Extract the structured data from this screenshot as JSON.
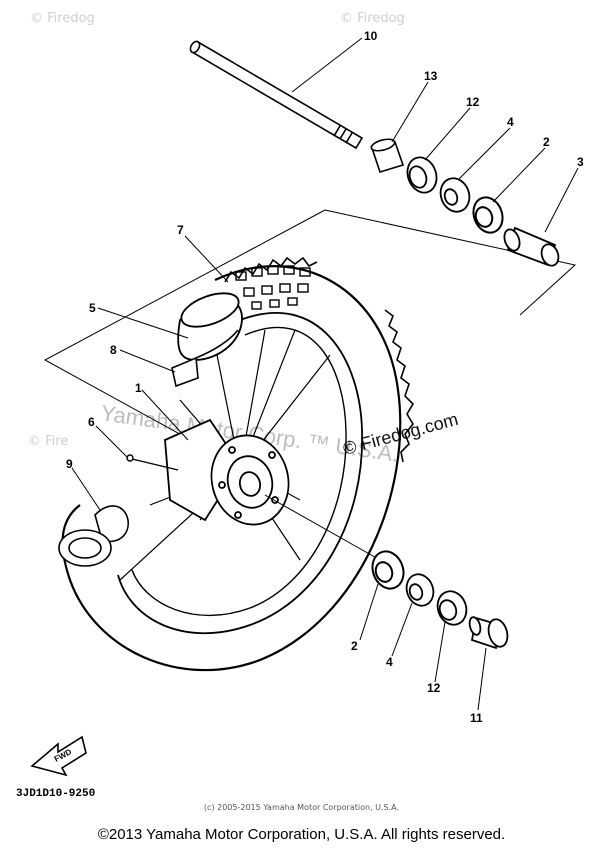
{
  "watermarks": {
    "top_left": "© Firedog",
    "top_right": "© Firedog",
    "left_mid": "© Fire",
    "center_brand": "Yamaha Motor Corp. ™ U.S.A.",
    "site": "© Firedog.com"
  },
  "callouts": {
    "c10": "10",
    "c13": "13",
    "c12a": "12",
    "c4a": "4",
    "c2a": "2",
    "c3": "3",
    "c7": "7",
    "c5": "5",
    "c8": "8",
    "c1": "1",
    "c6": "6",
    "c9": "9",
    "c2b": "2",
    "c4b": "4",
    "c12b": "12",
    "c11": "11"
  },
  "fwd_label": "FWD",
  "diagram_code": "3JD1D10-9250",
  "small_caption": "(c) 2005-2015 Yamaha Motor Corporation, U.S.A.",
  "footer": "©2013 Yamaha Motor Corporation, U.S.A. All rights reserved."
}
